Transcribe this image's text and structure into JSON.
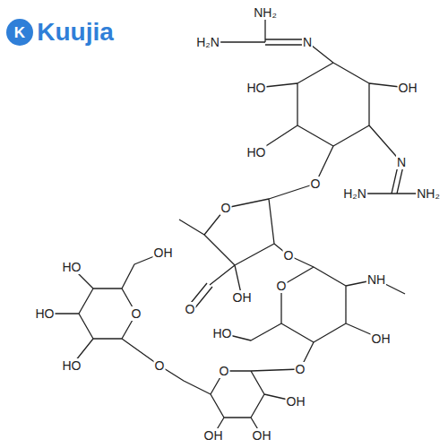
{
  "diagram": {
    "labels": [
      "K",
      "Kuujia",
      "NH₂",
      "H₂N",
      "N",
      "HO",
      "OH",
      "HO",
      "N",
      "O",
      "H₂N",
      "NH₂",
      "O",
      "O",
      "OH",
      "HO",
      "NH",
      "O",
      "OH",
      "O",
      "HO",
      "O",
      "HO",
      "OH",
      "HO",
      "O",
      "O",
      "O",
      "OH",
      "OH",
      "OH"
    ]
  }
}
